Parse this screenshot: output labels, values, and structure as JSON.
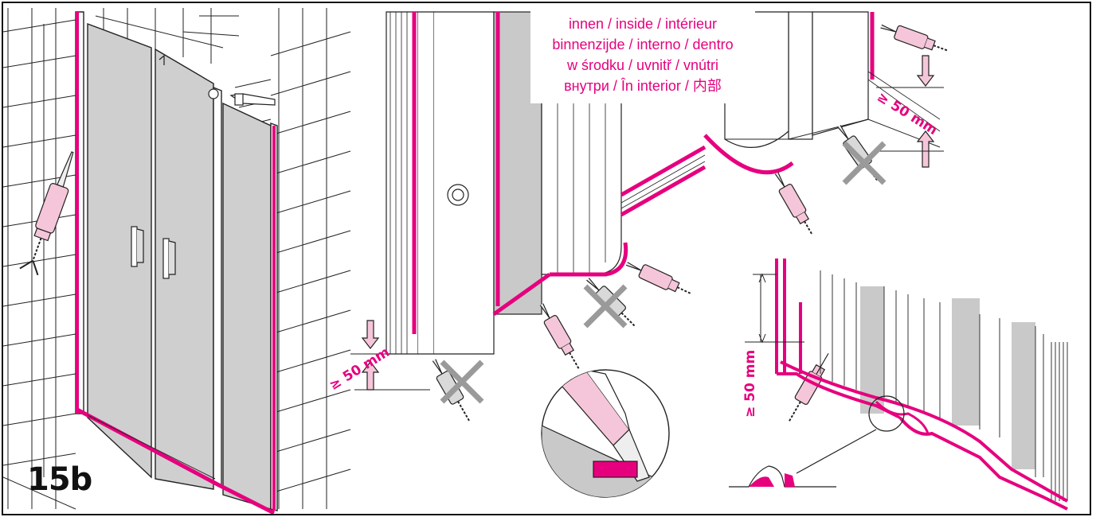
{
  "figure": {
    "step_label": "15b",
    "inside_text_lines": [
      "innen / inside / intérieur",
      "binnenzijde / interno / dentro",
      "w środku / uvnitř / vnútri",
      "внутри / În interior / 内部"
    ],
    "dimension_label": "≥ 50 mm"
  },
  "colors": {
    "accent": "#e6007e",
    "seal_fill": "#f5c6d9",
    "glass": "#c9c9c9",
    "line": "#222222",
    "cross": "#9a9a9a"
  },
  "icons": [
    "silicone-cartridge-icon",
    "crossed-out-cartridge-icon",
    "up-arrow-icon",
    "down-arrow-icon",
    "magnifier-detail-icon"
  ]
}
